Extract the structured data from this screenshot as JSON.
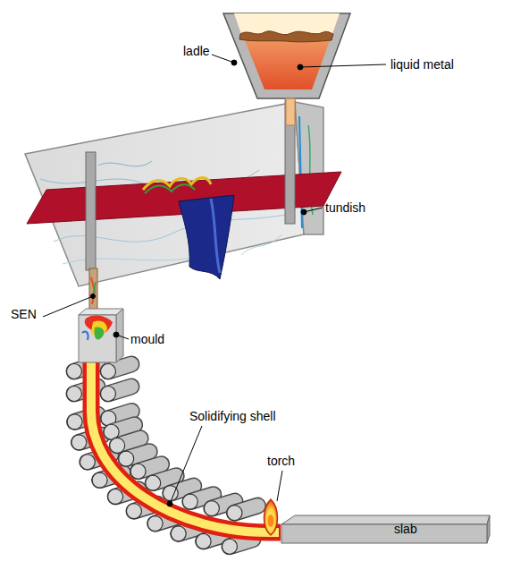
{
  "diagram": {
    "labels": [
      "ladle",
      "liquid metal",
      "tundish",
      "SEN",
      "mould",
      "Solidifying shell",
      "torch",
      "slab"
    ]
  }
}
